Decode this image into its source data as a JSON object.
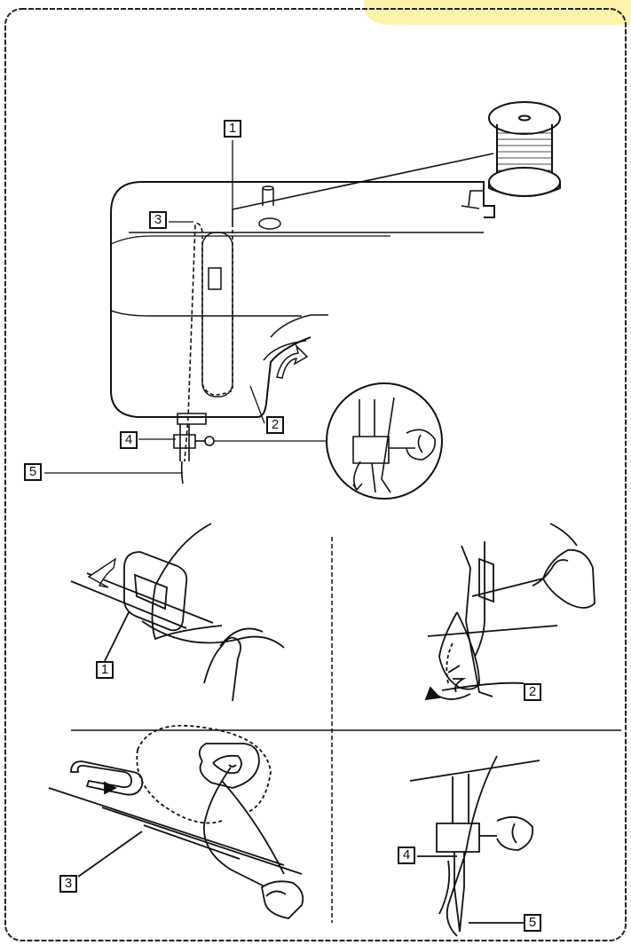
{
  "callouts": {
    "main": {
      "l1": "1",
      "l2": "2",
      "l3": "3",
      "l4": "4",
      "l5": "5"
    },
    "panel_a": {
      "l1": "1"
    },
    "panel_b": {
      "l2": "2"
    },
    "panel_c": {
      "l3": "3"
    },
    "panel_d": {
      "l4": "4",
      "l5": "5"
    }
  },
  "colors": {
    "ink": "#111111",
    "tab": "#fdf3a8",
    "border": "#222222"
  }
}
